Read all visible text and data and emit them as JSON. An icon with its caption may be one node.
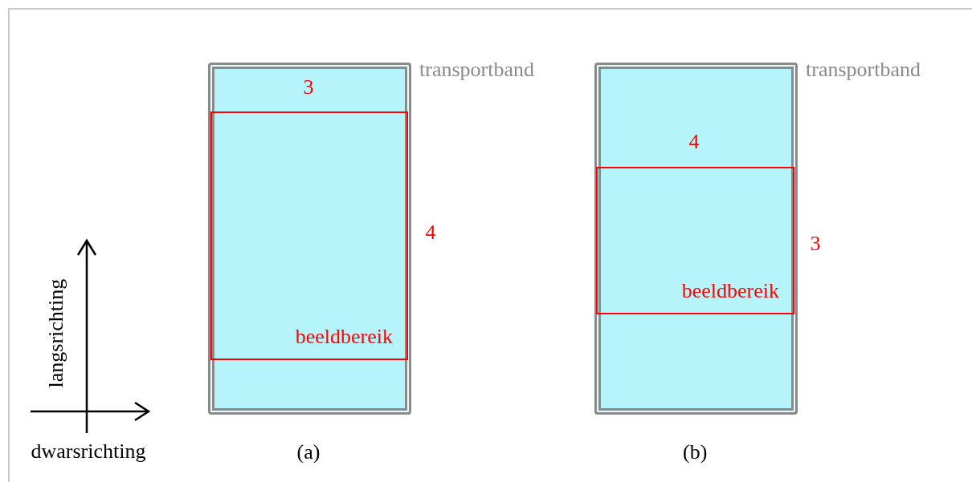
{
  "diagram": {
    "nodes": [
      {
        "text": [
          "transportband"
        ]
      },
      {
        "text": [
          "beeldbereik"
        ],
        "in": 0
      },
      {
        "text": [
          "transportband"
        ]
      },
      {
        "text": [
          "beeldbereik"
        ],
        "in": 2
      }
    ],
    "labels": [
      "3",
      "4",
      "(a)",
      "4",
      "3",
      "(b)",
      "langsrichting",
      "dwarsrichting"
    ]
  }
}
